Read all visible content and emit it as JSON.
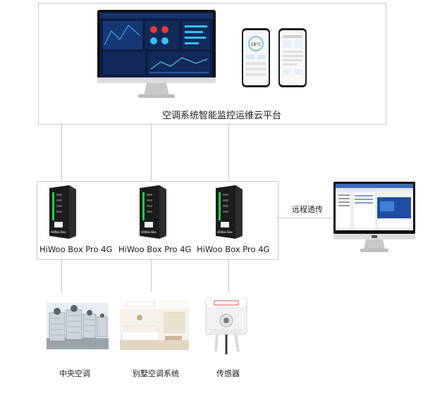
{
  "cloud": {
    "title": "空调系统智能监控运维云平台",
    "phone1_temp": "18°C"
  },
  "gateways": [
    {
      "label": "HiWoo Box Pro 4G",
      "device_text": "HiWoo Box"
    },
    {
      "label": "HiWoo Box Pro 4G",
      "device_text": "HiWoo Box"
    },
    {
      "label": "HiWoo Box Pro  4G",
      "device_text": "HiWoo Box"
    }
  ],
  "remote": {
    "label": "远程透传"
  },
  "devices": [
    {
      "label": "中央空调"
    },
    {
      "label": "别墅空调系统"
    },
    {
      "label": "传感器"
    }
  ],
  "colors": {
    "border": "#c9c9c9",
    "screen_bg": "#0d1f45",
    "accent_cyan": "#33c3ff",
    "gateway_led": "#22d04a",
    "sensor_ring": "#d8232a"
  }
}
